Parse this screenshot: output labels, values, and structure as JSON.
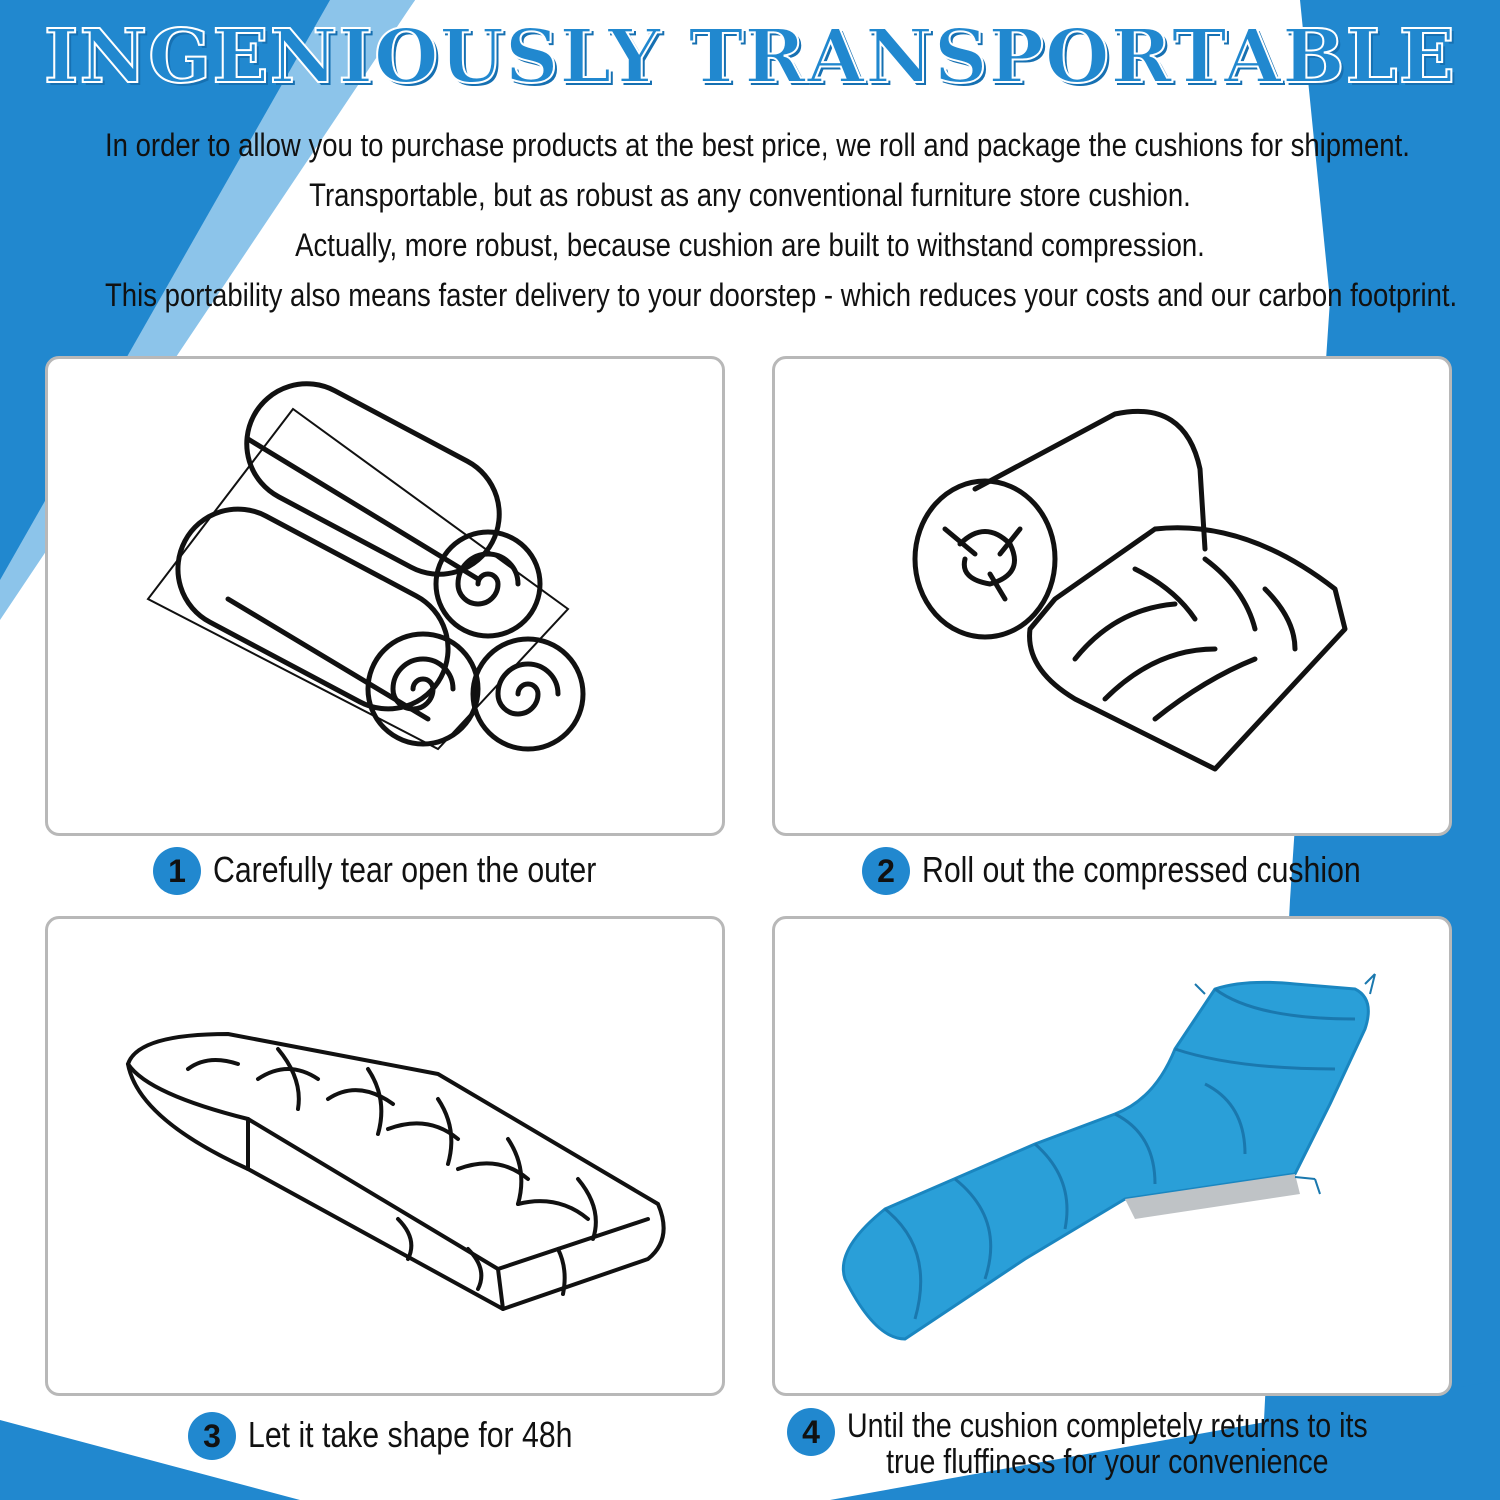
{
  "title": "INGENIOUSLY TRANSPORTABLE",
  "intro_lines": [
    "In order to allow you to purchase products at the best price, we roll and package the cushions for shipment.",
    "Transportable, but as robust as any conventional furniture store cushion.",
    "Actually, more robust, because cushion are built to withstand compression.",
    "This portability also means faster delivery to your doorstep - which reduces your costs and our carbon footprint."
  ],
  "steps": [
    {
      "number": "1",
      "caption": "Carefully tear open the outer",
      "image_icon": "rolled-cushions-bundle-icon"
    },
    {
      "number": "2",
      "caption": "Roll out the compressed cushion",
      "image_icon": "unrolling-cushion-icon"
    },
    {
      "number": "3",
      "caption": "Let it take shape for 48h",
      "image_icon": "flat-tufted-cushion-icon"
    },
    {
      "number": "4",
      "caption_line1": "Until the cushion completely returns to its",
      "caption_line2": "true fluffiness for your convenience",
      "image_icon": "blue-chaise-cushion-photo"
    }
  ],
  "colors": {
    "accent_blue": "#2188cf",
    "light_blue": "#8cc4ea",
    "cushion_blue": "#2a9fd8",
    "panel_border": "#b8b8b8"
  }
}
